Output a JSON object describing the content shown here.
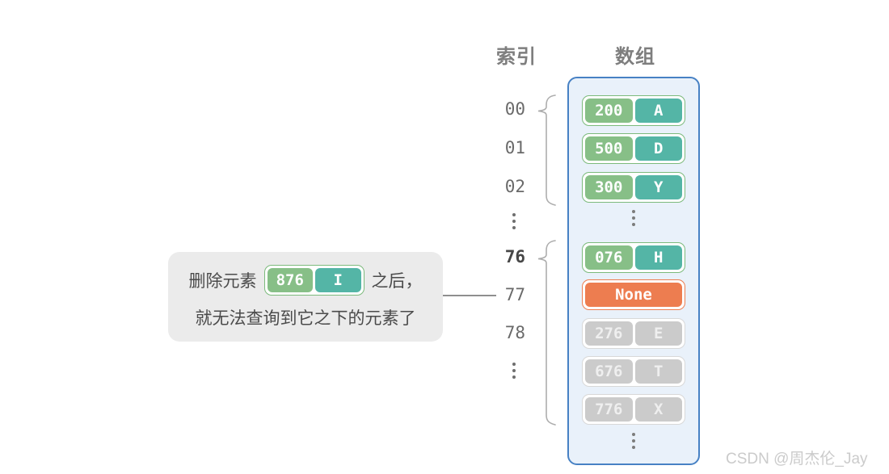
{
  "headers": {
    "index_label": "索引",
    "array_label": "数组"
  },
  "index_column": {
    "labels": [
      "00",
      "01",
      "02",
      "76",
      "77",
      "78"
    ]
  },
  "array": {
    "cells": [
      {
        "key": "200",
        "value": "A",
        "variant": "normal"
      },
      {
        "key": "500",
        "value": "D",
        "variant": "normal"
      },
      {
        "key": "300",
        "value": "Y",
        "variant": "normal"
      },
      {
        "key": "076",
        "value": "H",
        "variant": "normal"
      },
      {
        "key": "None",
        "variant": "deleted"
      },
      {
        "key": "276",
        "value": "E",
        "variant": "dimmed"
      },
      {
        "key": "676",
        "value": "T",
        "variant": "dimmed"
      },
      {
        "key": "776",
        "value": "X",
        "variant": "dimmed"
      }
    ]
  },
  "callout": {
    "text_before": "删除元素",
    "cell": {
      "key": "876",
      "value": "I"
    },
    "text_after": "之后，",
    "line2": "就无法查询到它之下的元素了"
  },
  "watermark": "CSDN @周杰伦_Jay",
  "colors": {
    "key_green": "#87BF87",
    "value_teal": "#54B5A6",
    "cell_border_green": "#7CBA7C",
    "deleted_orange": "#ED7D50",
    "dimmed_gray": "#CBCBCB",
    "container_fill": "#E9F1FA",
    "container_border": "#4781C4",
    "callout_fill": "#EBEBEB"
  }
}
